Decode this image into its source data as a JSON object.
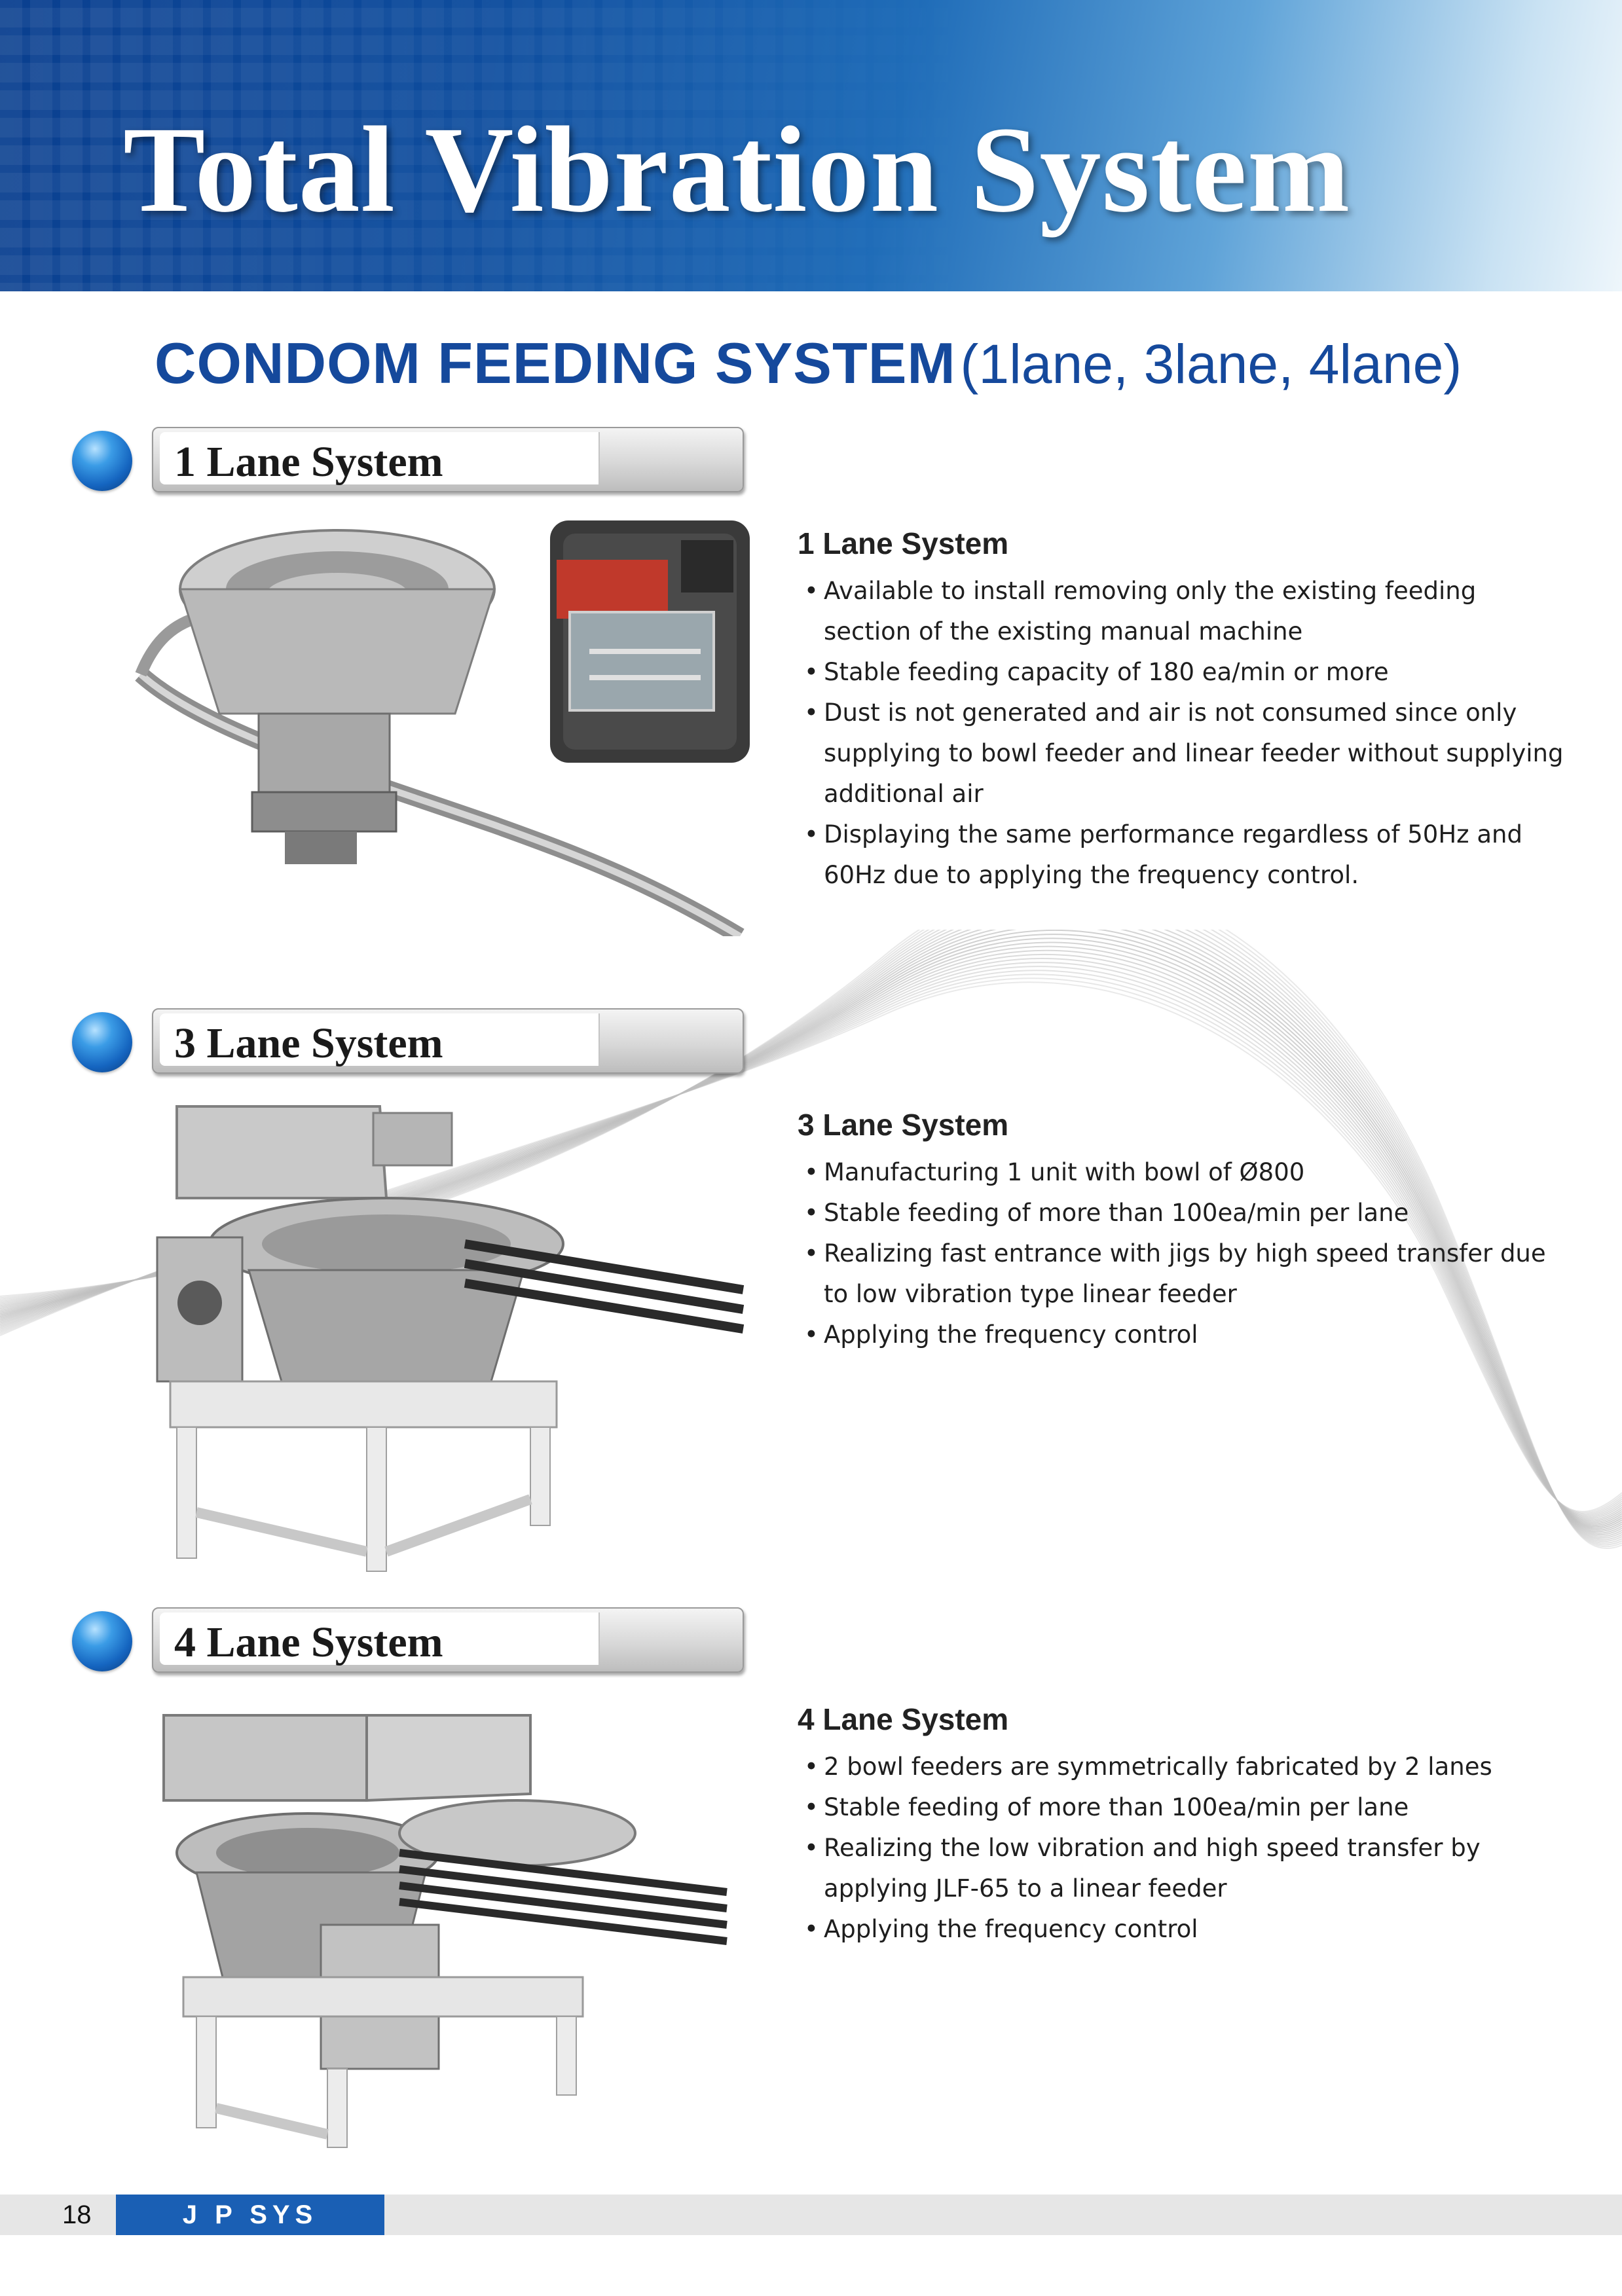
{
  "header": {
    "title": "Total Vibration System"
  },
  "main_heading": {
    "strong": "CONDOM FEEDING SYSTEM",
    "light": "(1lane, 3lane, 4lane)"
  },
  "sections": [
    {
      "tab_title": "1 Lane System",
      "title": "1 Lane System",
      "bullets": [
        "Available to install removing only the existing feeding section of the existing manual machine",
        "Stable feeding capacity of 180 ea/min or more",
        "Dust is not generated and air is not consumed since only supplying to bowl feeder and linear feeder without supplying additional air",
        "Displaying the same performance regardless of 50Hz and 60Hz due to applying the frequency control."
      ]
    },
    {
      "tab_title": "3 Lane System",
      "title": "3 Lane System",
      "bullets": [
        "Manufacturing 1 unit with bowl of Ø800",
        "Stable feeding of more than 100ea/min per lane",
        "Realizing fast entrance with jigs by high speed transfer due to low vibration type linear feeder",
        "Applying the frequency control"
      ]
    },
    {
      "tab_title": "4 Lane System",
      "title": "4 Lane System",
      "bullets": [
        "2 bowl feeders are symmetrically fabricated by 2 lanes",
        "Stable feeding of more than 100ea/min per lane",
        "Realizing the low vibration and high speed transfer by applying JLF-65 to a linear feeder",
        "Applying the frequency control"
      ]
    }
  ],
  "bullet_glyph": "•",
  "footer": {
    "page_number": "18",
    "brand": "J P SYS"
  },
  "colors": {
    "heading_blue": "#15499c",
    "brand_blue": "#1a5fb4",
    "banner_dark": "#0a3f8f"
  }
}
